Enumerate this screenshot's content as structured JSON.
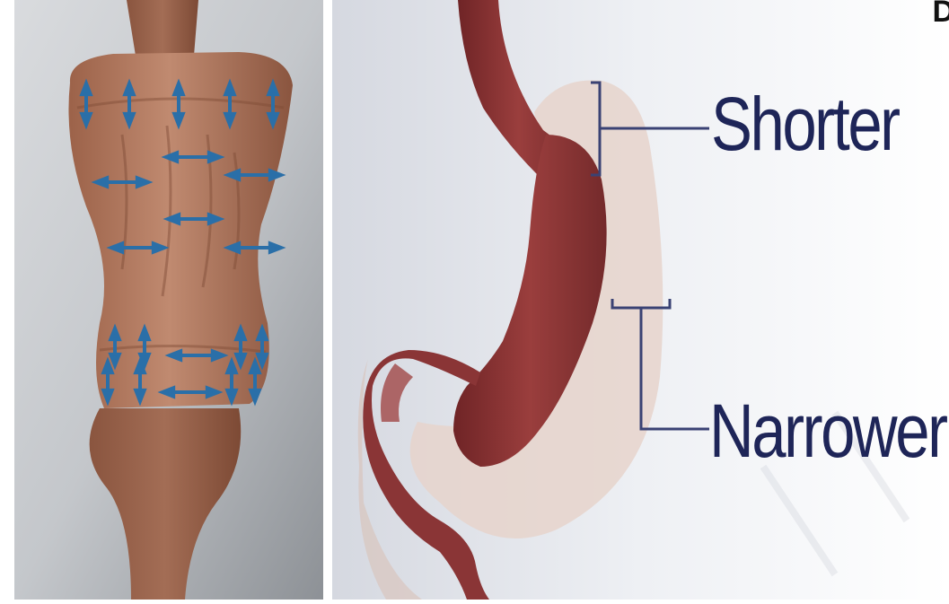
{
  "panel_letter": "D",
  "labels": {
    "shorter": "Shorter",
    "narrower": "Narrower"
  },
  "colors": {
    "label_text": "#1e2558",
    "arrow": "#2a6fa8",
    "stomach_left": "#b57a5f",
    "stomach_right": "#8e3537",
    "outline_ghost": "#e8d7cf"
  },
  "icons": {
    "vertical_arrow": "double-arrow-vertical-icon",
    "horizontal_arrow": "double-arrow-horizontal-icon"
  }
}
